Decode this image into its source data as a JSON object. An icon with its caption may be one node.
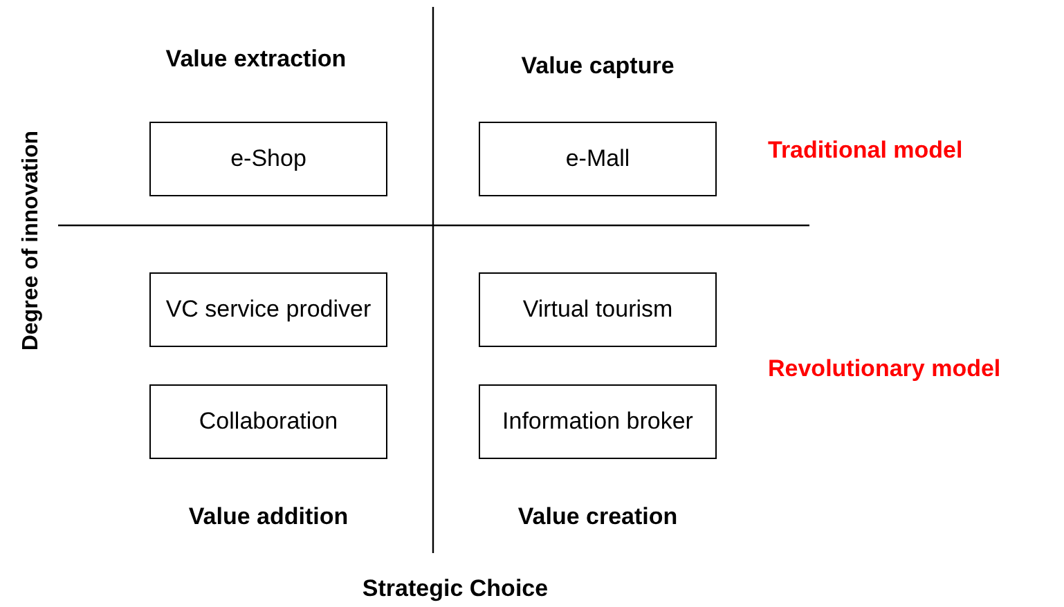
{
  "diagram": {
    "nodes": [
      {
        "text": [
          "e-Shop"
        ]
      },
      {
        "text": [
          "e-Mall"
        ]
      },
      {
        "text": [
          "VC service prodiver"
        ]
      },
      {
        "text": [
          "Virtual tourism"
        ]
      },
      {
        "text": [
          "Collaboration"
        ]
      },
      {
        "text": [
          "Information broker"
        ]
      }
    ],
    "labels": [
      "Value extraction",
      "Value capture",
      "Degree of innovation",
      "Traditional model",
      "Revolutionary model",
      "Value addition",
      "Value creation",
      "Strategic Choice"
    ]
  }
}
